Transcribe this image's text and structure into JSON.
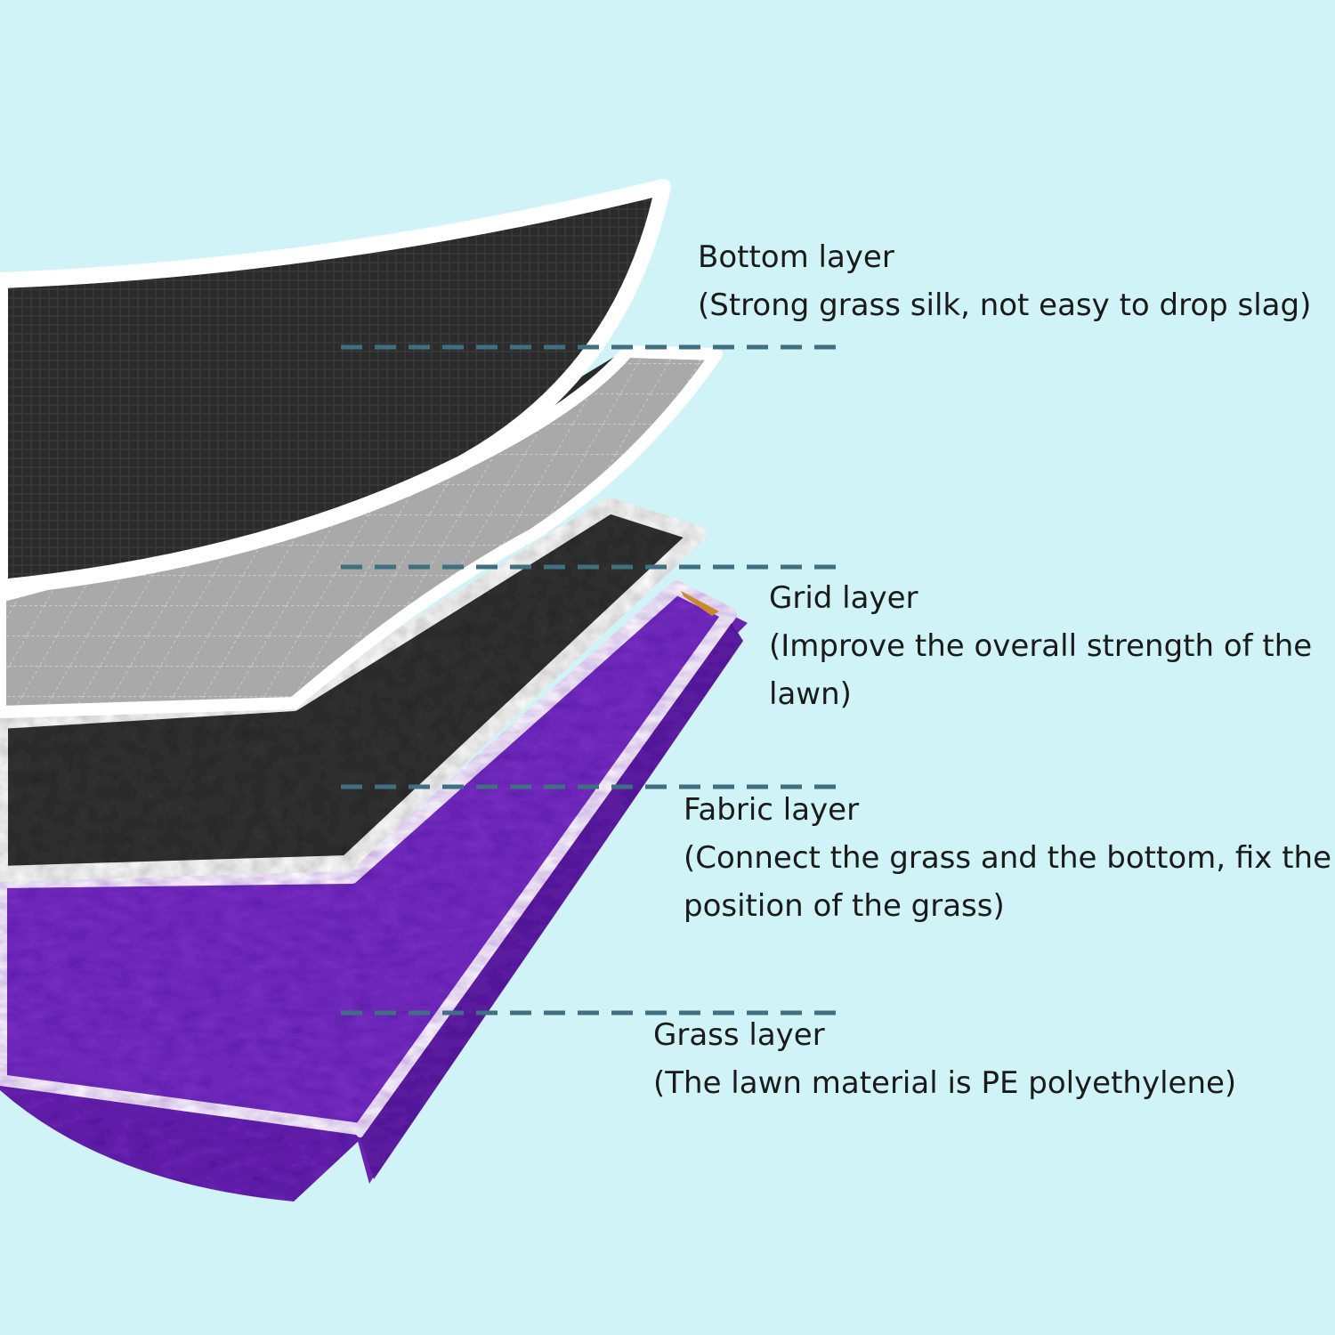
{
  "colors": {
    "background": "#cff3f6",
    "bottom_layer": "#2b2b2b",
    "grid_layer": "#a9a9a9",
    "fabric_layer": "#333333",
    "grass_layer": "#7a2fc4",
    "edge": "#ffffff",
    "dash": "#3f6f80"
  },
  "layers": [
    {
      "title": "Bottom layer",
      "desc": "(Strong grass silk, not easy to drop slag)"
    },
    {
      "title": "Grid layer",
      "desc": "(Improve the overall strength of the lawn)"
    },
    {
      "title": "Fabric layer",
      "desc": "(Connect the grass and the bottom, fix the position of the grass)"
    },
    {
      "title": "Grass layer",
      "desc": "(The lawn material is PE polyethylene)"
    }
  ]
}
